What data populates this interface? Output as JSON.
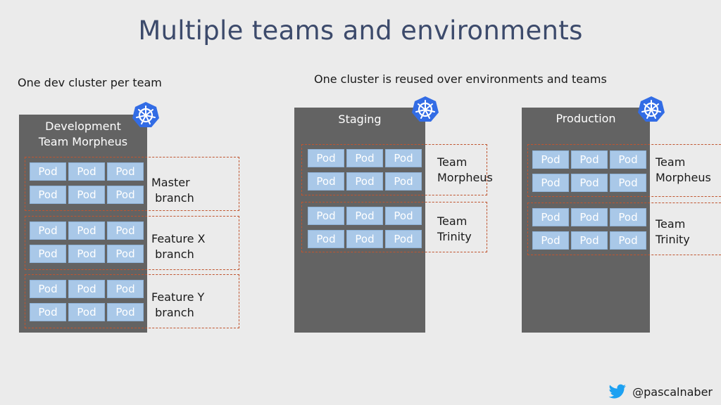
{
  "title": "Multiple teams and environments",
  "subtitles": {
    "left": "One dev cluster per team",
    "right": "One cluster is reused over environments and teams"
  },
  "pod_label": "Pod",
  "icons": {
    "kubernetes": "kubernetes-helm-icon",
    "twitter": "twitter-bird-icon"
  },
  "colors": {
    "cluster_bg": "#636363",
    "pod_bg": "#a9c8e8",
    "dash": "#c0552f",
    "k8s": "#326ce5",
    "twitter": "#1da1f2",
    "title": "#3c4a6b"
  },
  "clusters": [
    {
      "label_line1": "Development",
      "label_line2": "Team Morpheus",
      "groups": [
        {
          "label": "Master\n branch"
        },
        {
          "label": "Feature X\n branch"
        },
        {
          "label": "Feature Y\n branch"
        }
      ]
    },
    {
      "label_line1": "Staging",
      "label_line2": "",
      "groups": [
        {
          "label": "Team\nMorpheus"
        },
        {
          "label": "Team\nTrinity"
        }
      ]
    },
    {
      "label_line1": "Production",
      "label_line2": "",
      "groups": [
        {
          "label": "Team\nMorpheus"
        },
        {
          "label": "Team\nTrinity"
        }
      ]
    }
  ],
  "footer": {
    "handle": "@pascalnaber"
  }
}
